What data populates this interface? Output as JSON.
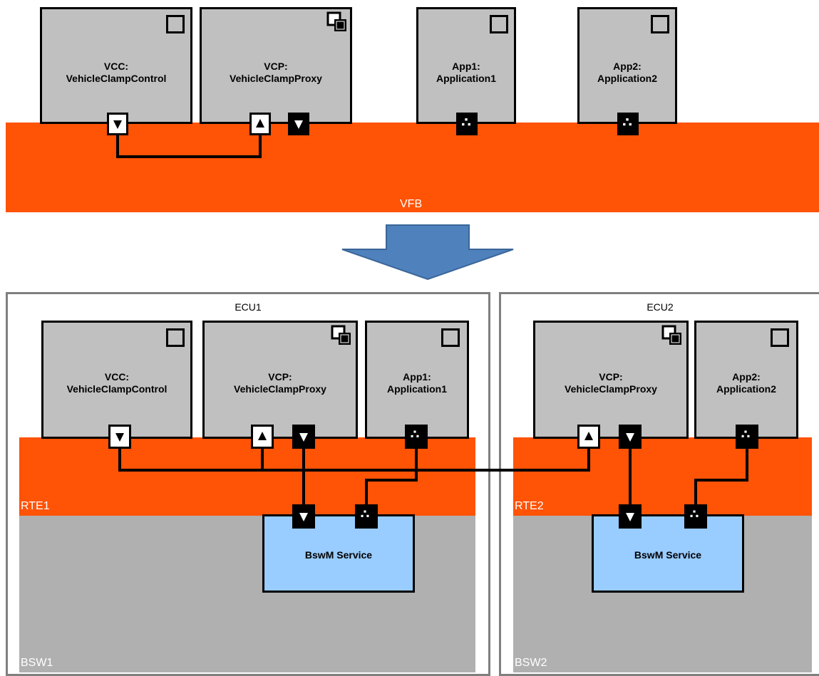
{
  "vfb": {
    "band_label": "VFB",
    "components": [
      {
        "name": "VCC:\nVehicleClampControl",
        "icon": "atomic-component-icon"
      },
      {
        "name": "VCP:\nVehicleClampProxy",
        "icon": "proxy-component-icon"
      },
      {
        "name": "App1:\nApplication1",
        "icon": "atomic-component-icon"
      },
      {
        "name": "App2:\nApplication2",
        "icon": "atomic-component-icon"
      }
    ]
  },
  "arrow": {
    "direction": "down",
    "color": "#4f81bd"
  },
  "ecu1": {
    "title": "ECU1",
    "rte_label": "RTE1",
    "bsw_label": "BSW1",
    "components": [
      {
        "name": "VCC:\nVehicleClampControl",
        "icon": "atomic-component-icon"
      },
      {
        "name": "VCP:\nVehicleClampProxy",
        "icon": "proxy-component-icon"
      },
      {
        "name": "App1:\nApplication1",
        "icon": "atomic-component-icon"
      }
    ],
    "service": "BswM Service"
  },
  "ecu2": {
    "title": "ECU2",
    "rte_label": "RTE2",
    "bsw_label": "BSW2",
    "components": [
      {
        "name": "VCP:\nVehicleClampProxy",
        "icon": "proxy-component-icon"
      },
      {
        "name": "App2:\nApplication2",
        "icon": "atomic-component-icon"
      }
    ],
    "service": "BswM Service"
  },
  "colors": {
    "rte_orange": "#ff5306",
    "component_gray": "#c0c0c0",
    "bsw_gray": "#b0b0b0",
    "service_blue": "#99ccff",
    "ecu_border": "#7f7f7f"
  }
}
